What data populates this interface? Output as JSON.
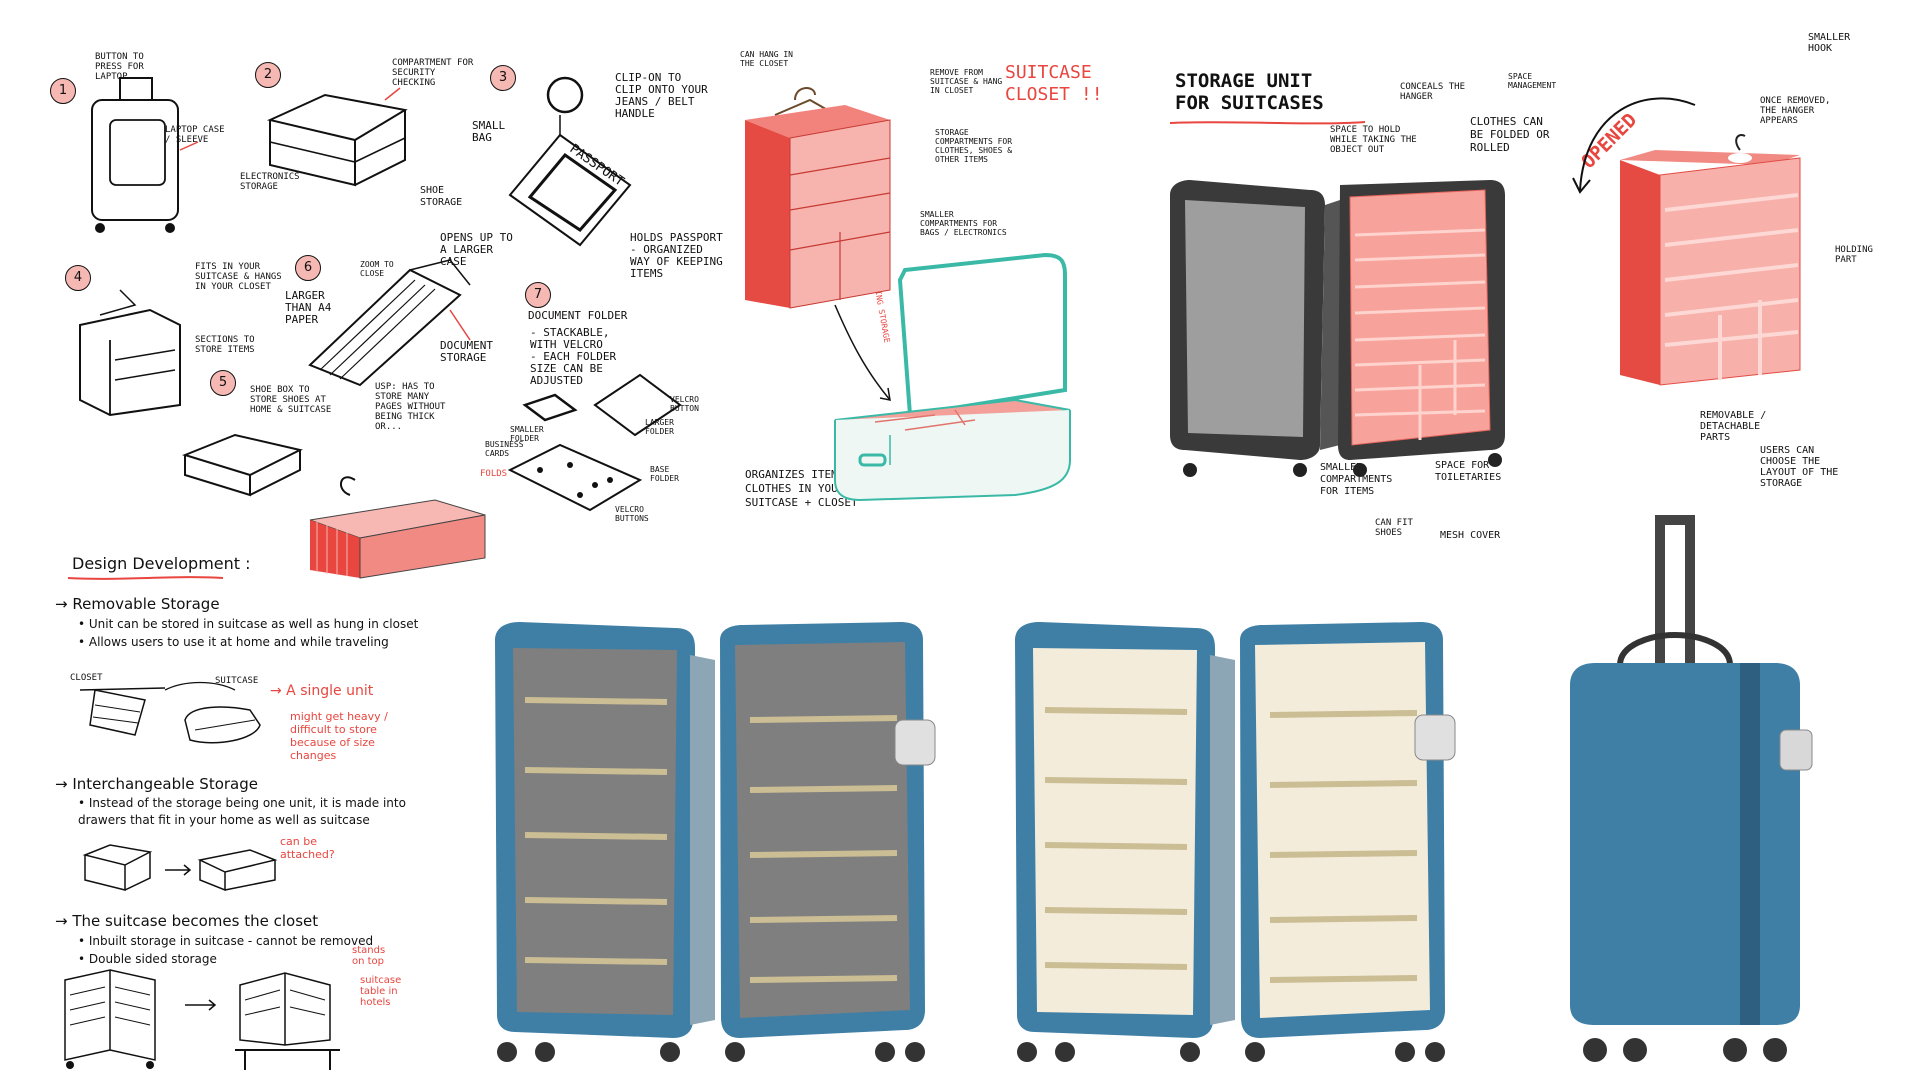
{
  "colors": {
    "accent": "#e8463f",
    "pink_fill": "#f28a84",
    "suitcase_blue": "#3f7fa6",
    "ink": "#111111"
  },
  "sketch1": {
    "num": "1",
    "notes": [
      "BUTTON TO PRESS FOR LAPTOP",
      "LAPTOP CASE / SLEEVE"
    ]
  },
  "sketch2": {
    "num": "2",
    "notes": [
      "COMPARTMENT FOR SECURITY CHECKING",
      "ELECTRONICS STORAGE",
      "SHOE STORAGE"
    ]
  },
  "sketch3": {
    "num": "3",
    "passport_label": "PASSPORT",
    "notes": [
      "SMALL BAG",
      "CLIP-ON TO CLIP ONTO YOUR JEANS / BELT HANDLE",
      "HOLDS PASSPORT - ORGANIZED WAY OF KEEPING ITEMS"
    ]
  },
  "sketch4": {
    "num": "4",
    "notes": [
      "FITS IN YOUR SUITCASE & HANGS IN YOUR CLOSET",
      "SECTIONS TO STORE ITEMS"
    ]
  },
  "sketch5": {
    "num": "5",
    "notes": [
      "SHOE BOX TO STORE SHOES AT HOME & SUITCASE"
    ]
  },
  "sketch6": {
    "num": "6",
    "notes": [
      "OPENS UP TO A LARGER CASE",
      "LARGER THAN A4 PAPER",
      "ZOOM TO CLOSE",
      "DOCUMENT STORAGE",
      "USP: HAS TO STORE MANY PAGES WITHOUT BEING THICK OR..."
    ]
  },
  "sketch7": {
    "num": "7",
    "title": "DOCUMENT FOLDER",
    "notes": [
      "- STACKABLE, WITH VELCRO",
      "- EACH FOLDER SIZE CAN BE ADJUSTED",
      "BUSINESS CARDS",
      "SMALLER FOLDER",
      "LARGER FOLDER",
      "VELCRO BUTTON",
      "BASE FOLDER",
      "VELCRO BUTTONS"
    ]
  },
  "folds_label": "FOLDS",
  "closet": {
    "title": "SUITCASE CLOSET !!",
    "notes": [
      "CAN HANG IN THE CLOSET",
      "REMOVE FROM SUITCASE & HANG IN CLOSET",
      "STORAGE COMPARTMENTS FOR CLOTHES, SHOES & OTHER ITEMS",
      "SMALLER COMPARTMENTS FOR BAGS / ELECTRONICS",
      "PLACING STORAGE IN"
    ],
    "bottom": "ORGANIZES ITEMS & CLOTHES IN YOUR SUITCASE + CLOSET"
  },
  "storage": {
    "title": "STORAGE UNIT\nFOR SUITCASES",
    "notes": [
      "SPACE TO HOLD WHILE TAKING THE OBJECT OUT",
      "CONCEALS THE HANGER",
      "CLOTHES CAN BE FOLDED OR ROLLED",
      "SPACE MANAGEMENT",
      "SMALLER COMPARTMENTS FOR ITEMS",
      "CAN FIT SHOES",
      "SPACE FOR TOILETARIES",
      "MESH COVER"
    ]
  },
  "opened": {
    "title": "OPENED",
    "notes": [
      "SMALLER HOOK",
      "ONCE REMOVED, THE HANGER APPEARS",
      "HOLDING PART",
      "REMOVABLE / DETACHABLE PARTS",
      "USERS CAN CHOOSE THE LAYOUT OF THE STORAGE"
    ]
  },
  "design": {
    "title": "Design Development :",
    "items": [
      "→ Removable Storage",
      "• Unit can be stored in suitcase as well as hung in closet",
      "• Allows users to use it at home and while traveling"
    ],
    "labels": [
      "CLOSET",
      "SUITCASE"
    ],
    "red1": "→ A single unit",
    "red2": "might get heavy / difficult to store because of size changes",
    "items2": [
      "→ Interchangeable Storage",
      "• Instead of the storage being one unit, it is made into drawers that fit in your home as well as suitcase"
    ],
    "red3": "can be attached?",
    "items3": [
      "→ The suitcase becomes the closet",
      "• Inbuilt storage in suitcase - cannot be removed",
      "• Double sided storage"
    ],
    "red4": "stands on top",
    "red5": "suitcase table in hotels"
  }
}
